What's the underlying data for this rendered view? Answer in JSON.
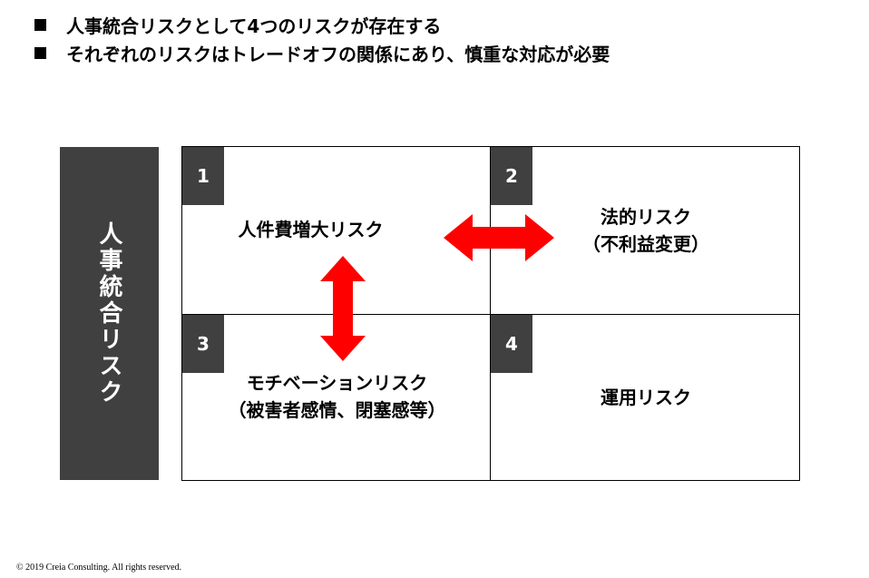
{
  "bullets": [
    "人事統合リスクとして4つのリスクが存在する",
    "それぞれのリスクはトレードオフの関係にあり、慎重な対応が必要"
  ],
  "side_label": "人事統合リスク",
  "cells": [
    {
      "number": "1",
      "line1": "人件費増大リスク",
      "line2": ""
    },
    {
      "number": "2",
      "line1": "法的リスク",
      "line2": "（不利益変更）"
    },
    {
      "number": "3",
      "line1": "モチベーションリスク",
      "line2": "（被害者感情、閉塞感等）"
    },
    {
      "number": "4",
      "line1": "運用リスク",
      "line2": ""
    }
  ],
  "colors": {
    "arrow": "#ff0000",
    "dark_box": "#404040"
  },
  "footer": {
    "copyright": "© 2019 Creia Consulting. All rights reserved."
  }
}
